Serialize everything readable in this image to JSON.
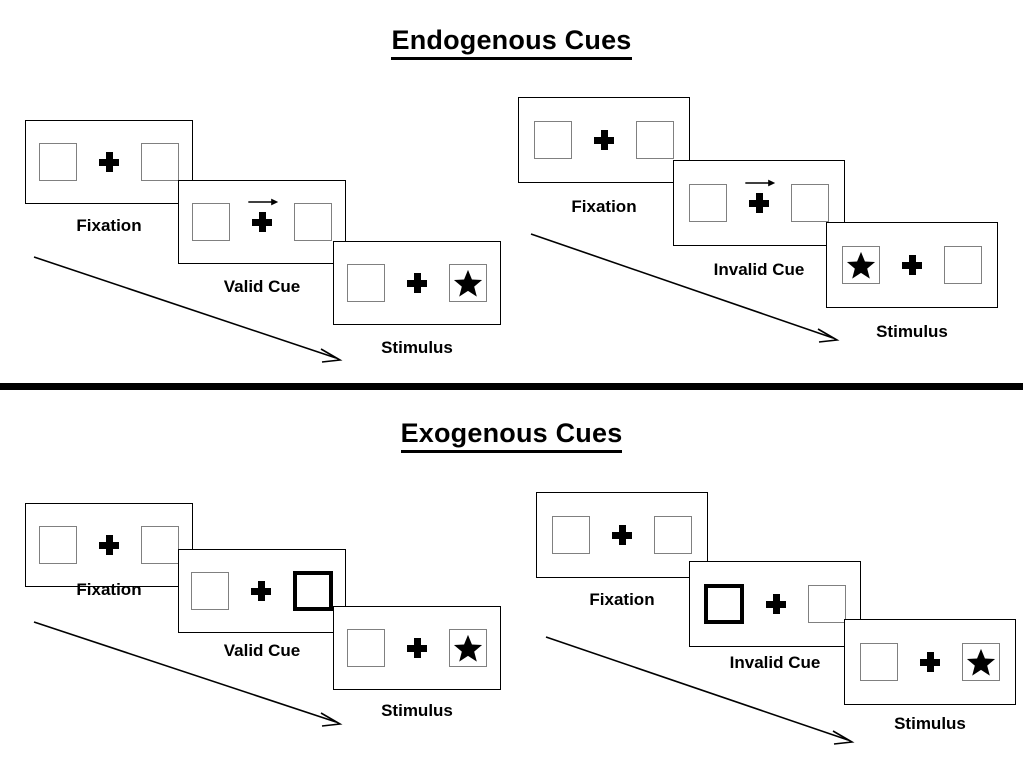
{
  "sections": [
    {
      "id": "endogenous",
      "title": "Endogenous Cues",
      "columns": [
        {
          "id": "endo-valid",
          "frames": [
            {
              "id": "endo-valid-fixation",
              "caption": "Fixation",
              "cue_type": "none",
              "left_content": "empty",
              "right_content": "empty"
            },
            {
              "id": "endo-valid-cue",
              "caption": "Valid Cue",
              "cue_type": "arrow-right",
              "left_content": "empty",
              "right_content": "empty"
            },
            {
              "id": "endo-valid-stimulus",
              "caption": "Stimulus",
              "cue_type": "none",
              "left_content": "empty",
              "right_content": "star"
            }
          ]
        },
        {
          "id": "endo-invalid",
          "frames": [
            {
              "id": "endo-invalid-fixation",
              "caption": "Fixation",
              "cue_type": "none",
              "left_content": "empty",
              "right_content": "empty"
            },
            {
              "id": "endo-invalid-cue",
              "caption": "Invalid Cue",
              "cue_type": "arrow-right",
              "left_content": "empty",
              "right_content": "empty"
            },
            {
              "id": "endo-invalid-stimulus",
              "caption": "Stimulus",
              "cue_type": "none",
              "left_content": "star",
              "right_content": "empty"
            }
          ]
        }
      ]
    },
    {
      "id": "exogenous",
      "title": "Exogenous Cues",
      "columns": [
        {
          "id": "exo-valid",
          "frames": [
            {
              "id": "exo-valid-fixation",
              "caption": "Fixation",
              "cue_type": "none",
              "left_content": "empty",
              "right_content": "empty"
            },
            {
              "id": "exo-valid-cue",
              "caption": "Valid Cue",
              "cue_type": "box-highlight-right",
              "left_content": "empty",
              "right_content": "empty"
            },
            {
              "id": "exo-valid-stimulus",
              "caption": "Stimulus",
              "cue_type": "none",
              "left_content": "empty",
              "right_content": "star"
            }
          ]
        },
        {
          "id": "exo-invalid",
          "frames": [
            {
              "id": "exo-invalid-fixation",
              "caption": "Fixation",
              "cue_type": "none",
              "left_content": "empty",
              "right_content": "empty"
            },
            {
              "id": "exo-invalid-cue",
              "caption": "Invalid Cue",
              "cue_type": "box-highlight-left",
              "left_content": "empty",
              "right_content": "empty"
            },
            {
              "id": "exo-invalid-stimulus",
              "caption": "Stimulus",
              "cue_type": "none",
              "left_content": "empty",
              "right_content": "star"
            }
          ]
        }
      ]
    }
  ],
  "labels": {
    "endogenous_title": "Endogenous Cues",
    "exogenous_title": "Exogenous Cues",
    "fixation": "Fixation",
    "valid_cue": "Valid Cue",
    "invalid_cue": "Invalid Cue",
    "stimulus": "Stimulus"
  },
  "icons": {
    "fixation_cross": "fixation-cross-icon",
    "cue_arrow": "arrow-right-icon",
    "target_star": "star-icon",
    "time_arrow": "time-flow-arrow-icon"
  },
  "colors": {
    "ink": "#000000",
    "box_border": "#808080",
    "panel_border": "#000000",
    "background": "#ffffff"
  }
}
